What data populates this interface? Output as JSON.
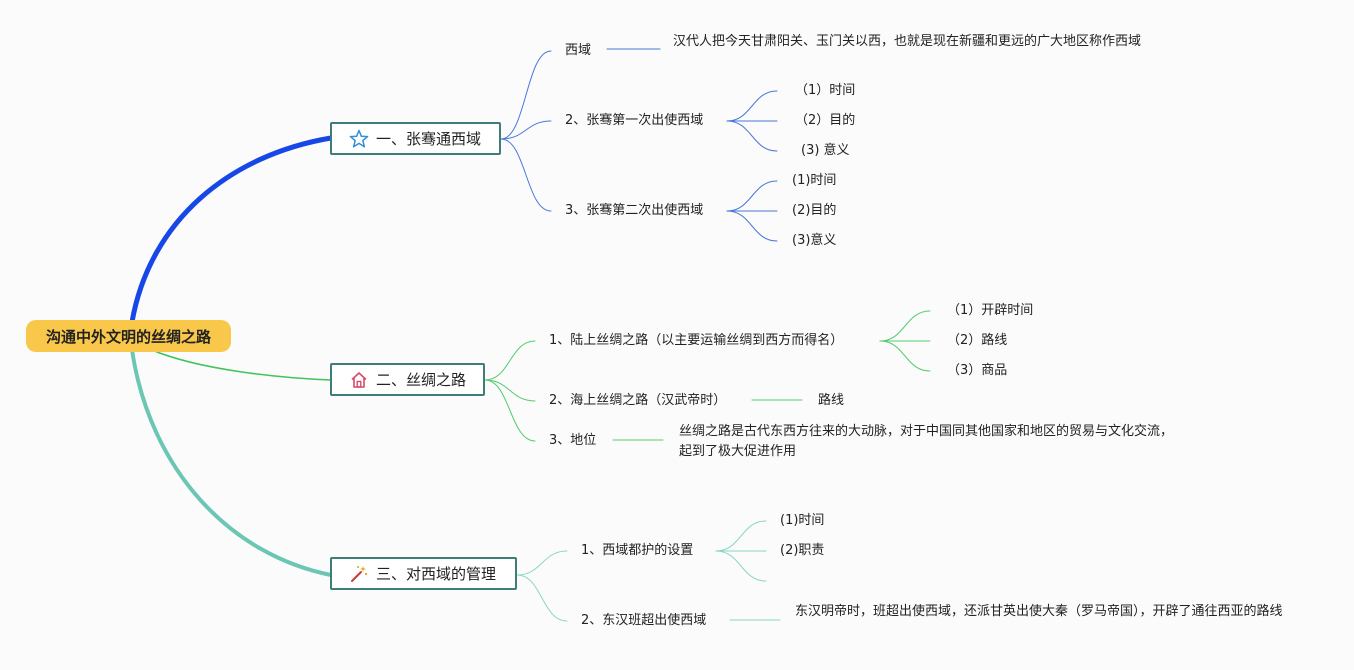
{
  "root": "沟通中外文明的丝绸之路",
  "colors": {
    "branch1": "#1747e6",
    "branch2": "#3fc45a",
    "branch3": "#6cc6b4",
    "sub1": "#4a78d8",
    "sub2": "#54cc6c",
    "sub3": "#8ad6c4",
    "root_fill": "#f9c84a",
    "box_border": "#3f7e78"
  },
  "branches": [
    {
      "label": "一、张骞通西域",
      "icon": "star-icon",
      "children": [
        {
          "label": "西域",
          "detail": "汉代人把今天甘肃阳关、玉门关以西，也就是现在新疆和更远的广大地区称作西域"
        },
        {
          "label": "2、张骞第一次出使西域",
          "children": [
            "（1）时间",
            "（2）目的",
            "(3) 意义"
          ]
        },
        {
          "label": "3、张骞第二次出使西域",
          "children": [
            "(1)时间",
            "(2)目的",
            "(3)意义"
          ]
        }
      ]
    },
    {
      "label": "二、丝绸之路",
      "icon": "home-icon",
      "children": [
        {
          "label": "1、陆上丝绸之路（以主要运输丝绸到西方而得名）",
          "children": [
            "（1）开辟时间",
            "（2）路线",
            "（3）商品"
          ]
        },
        {
          "label": "2、海上丝绸之路（汉武帝时）",
          "detail": "路线"
        },
        {
          "label": "3、地位",
          "detail": "丝绸之路是古代东西方往来的大动脉，对于中国同其他国家和地区的贸易与文化交流，起到了极大促进作用"
        }
      ]
    },
    {
      "label": "三、对西域的管理",
      "icon": "magic-wand-icon",
      "children": [
        {
          "label": "1、西域都护的设置",
          "children": [
            "(1)时间",
            "(2)职责",
            ""
          ]
        },
        {
          "label": "2、东汉班超出使西域",
          "detail": "东汉明帝时，班超出使西域，还派甘英出使大秦（罗马帝国），开辟了通往西亚的路线"
        }
      ]
    }
  ]
}
